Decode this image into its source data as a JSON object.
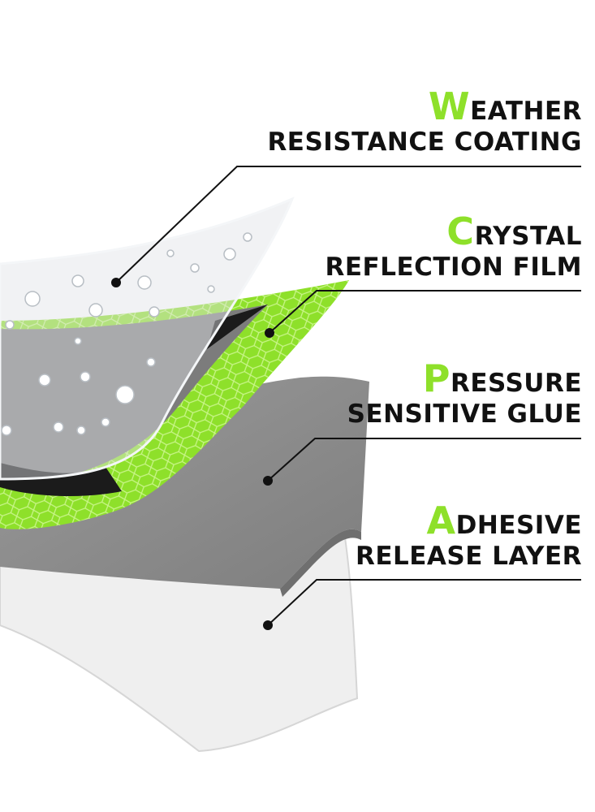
{
  "colors": {
    "accent": "#8ee02a",
    "glue": "#8a8a8a",
    "release": "#efefef",
    "text": "#111111"
  },
  "layers": [
    {
      "initial": "W",
      "rest": "EATHER",
      "line2": "RESISTANCE COATING"
    },
    {
      "initial": "C",
      "rest": "RYSTAL",
      "line2": "REFLECTION FILM"
    },
    {
      "initial": "P",
      "rest": "RESSURE",
      "line2": "SENSITIVE GLUE"
    },
    {
      "initial": "A",
      "rest": "DHESIVE",
      "line2": "RELEASE LAYER"
    }
  ]
}
